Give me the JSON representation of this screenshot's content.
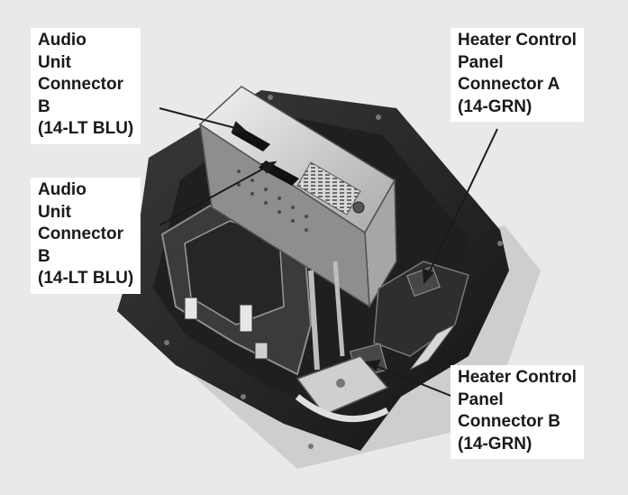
{
  "callouts": [
    {
      "id": "audio-unit-connector-b-upper",
      "lines": [
        "Audio",
        "Unit",
        "Connector",
        "B",
        "(14-LT BLU)"
      ]
    },
    {
      "id": "audio-unit-connector-b-lower",
      "lines": [
        "Audio",
        "Unit",
        "Connector",
        "B",
        "(14-LT BLU)"
      ]
    },
    {
      "id": "heater-control-panel-connector-a",
      "lines": [
        "Heater Control",
        "Panel",
        "Connector A",
        "(14-GRN)"
      ]
    },
    {
      "id": "heater-control-panel-connector-b",
      "lines": [
        "Heater Control",
        "Panel",
        "Connector B",
        "(14-GRN)"
      ]
    }
  ],
  "colors": {
    "background": "#e9e9e9",
    "callout_fill": "#ffffff",
    "text": "#1a1a1a",
    "metal": "#cfcfcf",
    "dark_housing": "#2b2b2b"
  }
}
